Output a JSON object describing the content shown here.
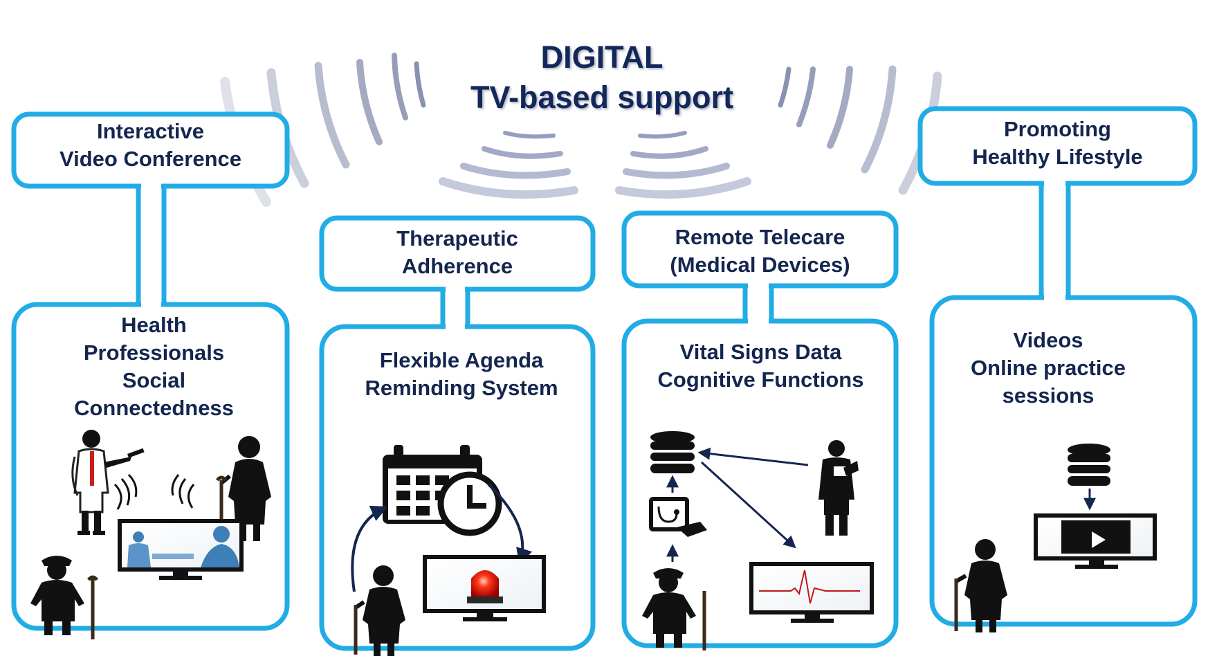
{
  "title": {
    "line1": "DIGITAL",
    "line2": "TV-based support"
  },
  "colors": {
    "frame": "#22ace6",
    "text": "#14264f",
    "waves": "#7c86a8",
    "figure": "#111111"
  },
  "columns": [
    {
      "header": [
        "Interactive",
        "Video Conference"
      ],
      "body": [
        "Health",
        "Professionals",
        "Social",
        "Connectedness"
      ],
      "icons": [
        "doctor-icon",
        "elderly-woman-icon",
        "elderly-man-icon",
        "tv-videocall-icon",
        "signal-waves-icon"
      ]
    },
    {
      "header": [
        "Therapeutic",
        "Adherence"
      ],
      "body": [
        "Flexible Agenda",
        "Reminding System"
      ],
      "icons": [
        "calendar-clock-icon",
        "elderly-woman-icon",
        "tv-alarm-icon",
        "curved-arrow-icon"
      ]
    },
    {
      "header": [
        "Remote Telecare",
        "(Medical Devices)"
      ],
      "body": [
        "Vital Signs Data",
        "Cognitive Functions"
      ],
      "icons": [
        "database-icon",
        "tablet-stethoscope-icon",
        "nurse-icon",
        "elderly-man-icon",
        "tv-ecg-icon"
      ]
    },
    {
      "header": [
        "Promoting",
        "Healthy Lifestyle"
      ],
      "body": [
        "Videos",
        "Online practice",
        "sessions"
      ],
      "icons": [
        "database-icon",
        "tv-video-icon",
        "elderly-woman-icon"
      ]
    }
  ]
}
